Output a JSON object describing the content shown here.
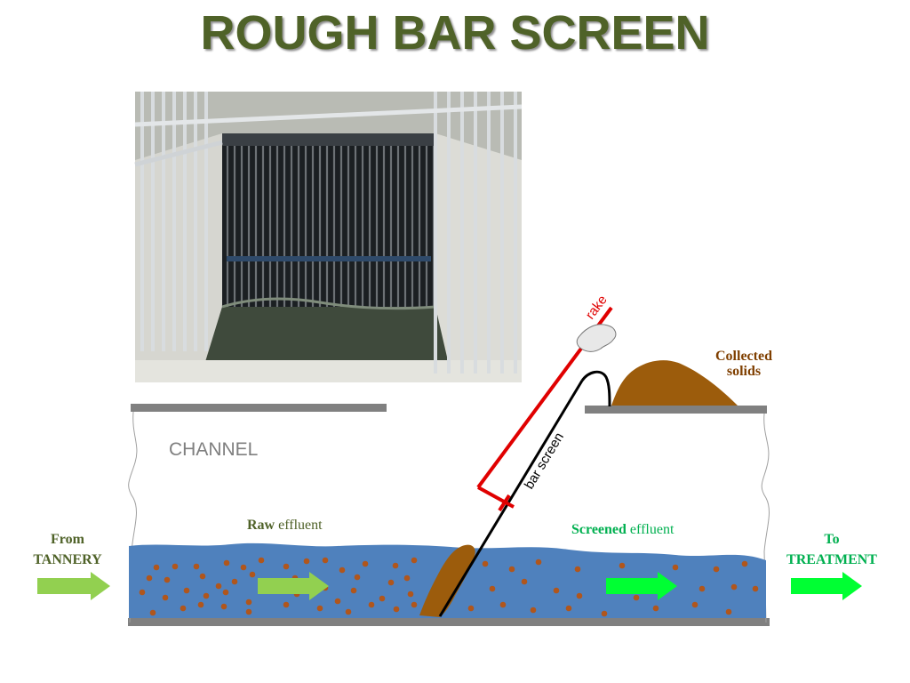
{
  "title": "ROUGH BAR SCREEN",
  "labels": {
    "channel": "CHANNEL",
    "rake": "rake",
    "bar_screen": "bar screen",
    "collected_line1": "Collected",
    "collected_line2": "solids",
    "raw_bold": "Raw",
    "raw_rest": " effluent",
    "screened_bold": "Screened",
    "screened_rest": " effluent",
    "from_line1": "From",
    "from_line2": "TANNERY",
    "to_line1": "To",
    "to_line2": "TREATMENT"
  },
  "colors": {
    "title": "#4f6228",
    "water": "#4f81bd",
    "particle": "#b0561c",
    "sludge": "#9c5c0c",
    "rake": "#e00000",
    "wall": "#808080",
    "arrow_raw": "#92d050",
    "arrow_screened": "#00ff33",
    "label_brown": "#7f3f00",
    "label_green_dark": "#4f6228",
    "label_green": "#00b050"
  }
}
